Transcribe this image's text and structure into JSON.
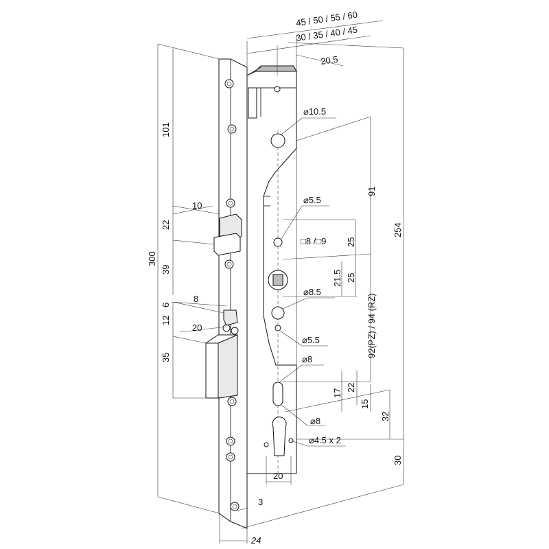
{
  "diagram": {
    "dimensions": {
      "backset_top": "45 / 50 / 55 / 60",
      "backset_bottom": "30 / 35 / 40 / 45",
      "head_depth": "20.5",
      "hole_top": "⌀10.5",
      "top_to_hole": "101",
      "latch_width": "10",
      "latch_height": "22",
      "height_total": "300",
      "upper_section": "39",
      "small_latch_offset": "6",
      "small_latch_width": "8",
      "small_latch_height": "12",
      "bolt_throw": "20",
      "bolt_height": "35",
      "hole_small_1": "⌀5.5",
      "square_spindle": "□8 /□9",
      "spindle_to_hole": "91",
      "spindle_spacing": "25",
      "cylinder_offset": "21.5",
      "cylinder_spacing": "25",
      "hole_85": "⌀8.5",
      "distance_pz_rz": "92(PZ) / 94 (RZ)",
      "hole_small_2": "⌀5.5",
      "hole_8_top": "⌀8",
      "slot_length_22": "22",
      "slot_length_17": "17",
      "hole_8_bottom": "⌀8",
      "cyl_to_bottom_15": "15",
      "cyl_to_bottom_32": "32",
      "screw_holes": "⌀4.5 x 2",
      "overall_254": "254",
      "bottom_30": "30",
      "cylinder_width": "20",
      "faceplate_edge": "3",
      "faceplate_width": "24"
    }
  }
}
